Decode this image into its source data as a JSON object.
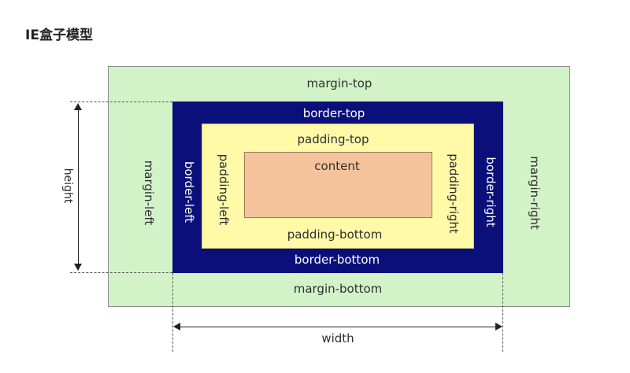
{
  "title": "IE盒子模型",
  "labels": {
    "margin_top": "margin-top",
    "margin_bottom": "margin-bottom",
    "margin_left": "margin-left",
    "margin_right": "margin-right",
    "border_top": "border-top",
    "border_bottom": "border-bottom",
    "border_left": "border-left",
    "border_right": "border-right",
    "padding_top": "padding-top",
    "padding_bottom": "padding-bottom",
    "padding_left": "padding-left",
    "padding_right": "padding-right",
    "content": "content",
    "height": "height",
    "width": "width"
  },
  "colors": {
    "margin": "#d2f3c8",
    "border": "#0a0f7a",
    "padding": "#fff9a8",
    "content": "#f5c39b"
  }
}
